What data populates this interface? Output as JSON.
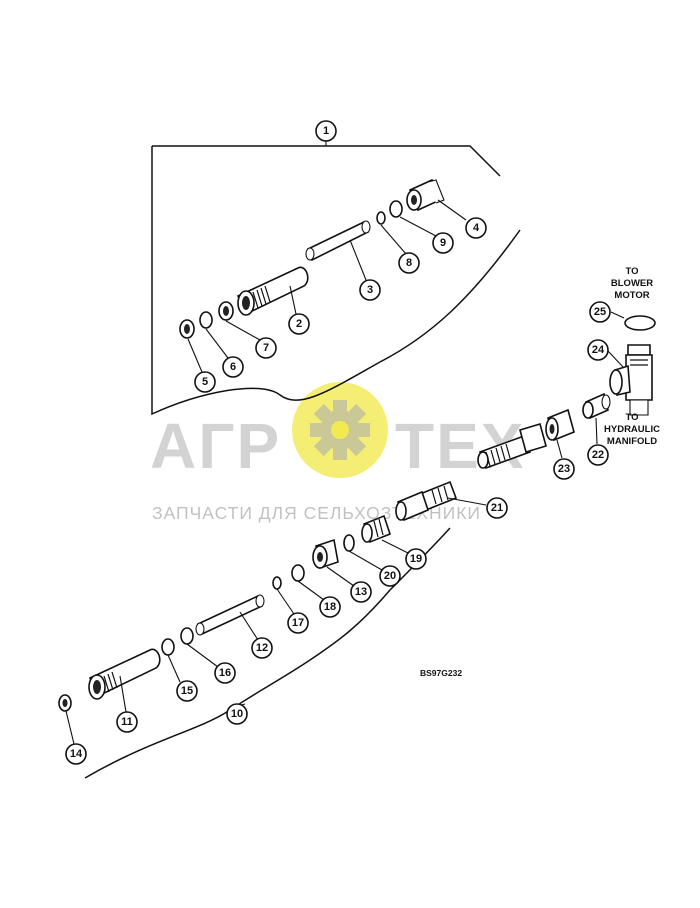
{
  "callouts": [
    "1",
    "2",
    "3",
    "4",
    "5",
    "6",
    "7",
    "8",
    "9",
    "10",
    "11",
    "12",
    "13",
    "14",
    "15",
    "16",
    "17",
    "18",
    "19",
    "20",
    "21",
    "22",
    "23",
    "24",
    "25"
  ],
  "notes": {
    "blower": [
      "TO",
      "BLOWER",
      "MOTOR"
    ],
    "manifold": [
      "TO",
      "HYDRAULIC",
      "MANIFOLD"
    ]
  },
  "reference_code": "BS97G232",
  "watermark": {
    "brand_left": "АГР",
    "brand_right": "ТЕХ",
    "tagline": "ЗАПЧАСТИ ДЛЯ СЕЛЬХОЗТЕХНИКИ",
    "gear_color": "#f3ea52"
  }
}
